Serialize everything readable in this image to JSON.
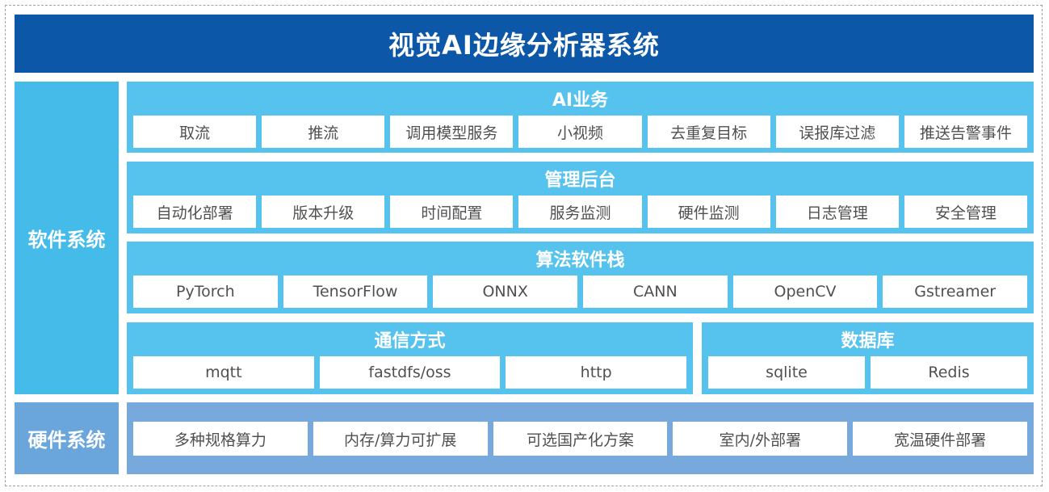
{
  "title": "视觉AI边缘分析器系统",
  "software_label": "软件系统",
  "hardware_label": "硬件系统",
  "ai_business": {
    "title": "AI业务",
    "items": [
      "取流",
      "推流",
      "调用模型服务",
      "小视频",
      "去重复目标",
      "误报库过滤",
      "推送告警事件"
    ]
  },
  "management": {
    "title": "管理后台",
    "items": [
      "自动化部署",
      "版本升级",
      "时间配置",
      "服务监测",
      "硬件监测",
      "日志管理",
      "安全管理"
    ]
  },
  "algorithm_stack": {
    "title": "算法软件栈",
    "items": [
      "PyTorch",
      "TensorFlow",
      "ONNX",
      "CANN",
      "OpenCV",
      "Gstreamer"
    ]
  },
  "communication": {
    "title": "通信方式",
    "items": [
      "mqtt",
      "fastdfs/oss",
      "http"
    ]
  },
  "database": {
    "title": "数据库",
    "items": [
      "sqlite",
      "Redis"
    ]
  },
  "hardware": {
    "items": [
      "多种规格算力",
      "内存/算力可扩展",
      "可选国产化方案",
      "室内/外部署",
      "宽温硬件部署"
    ]
  },
  "colors": {
    "title_bar": "#0d57a8",
    "software_side": "#45bbea",
    "panel": "#56c2ee",
    "hardware_side": "#6aa5dc",
    "hardware_panel": "#78a9dc"
  }
}
